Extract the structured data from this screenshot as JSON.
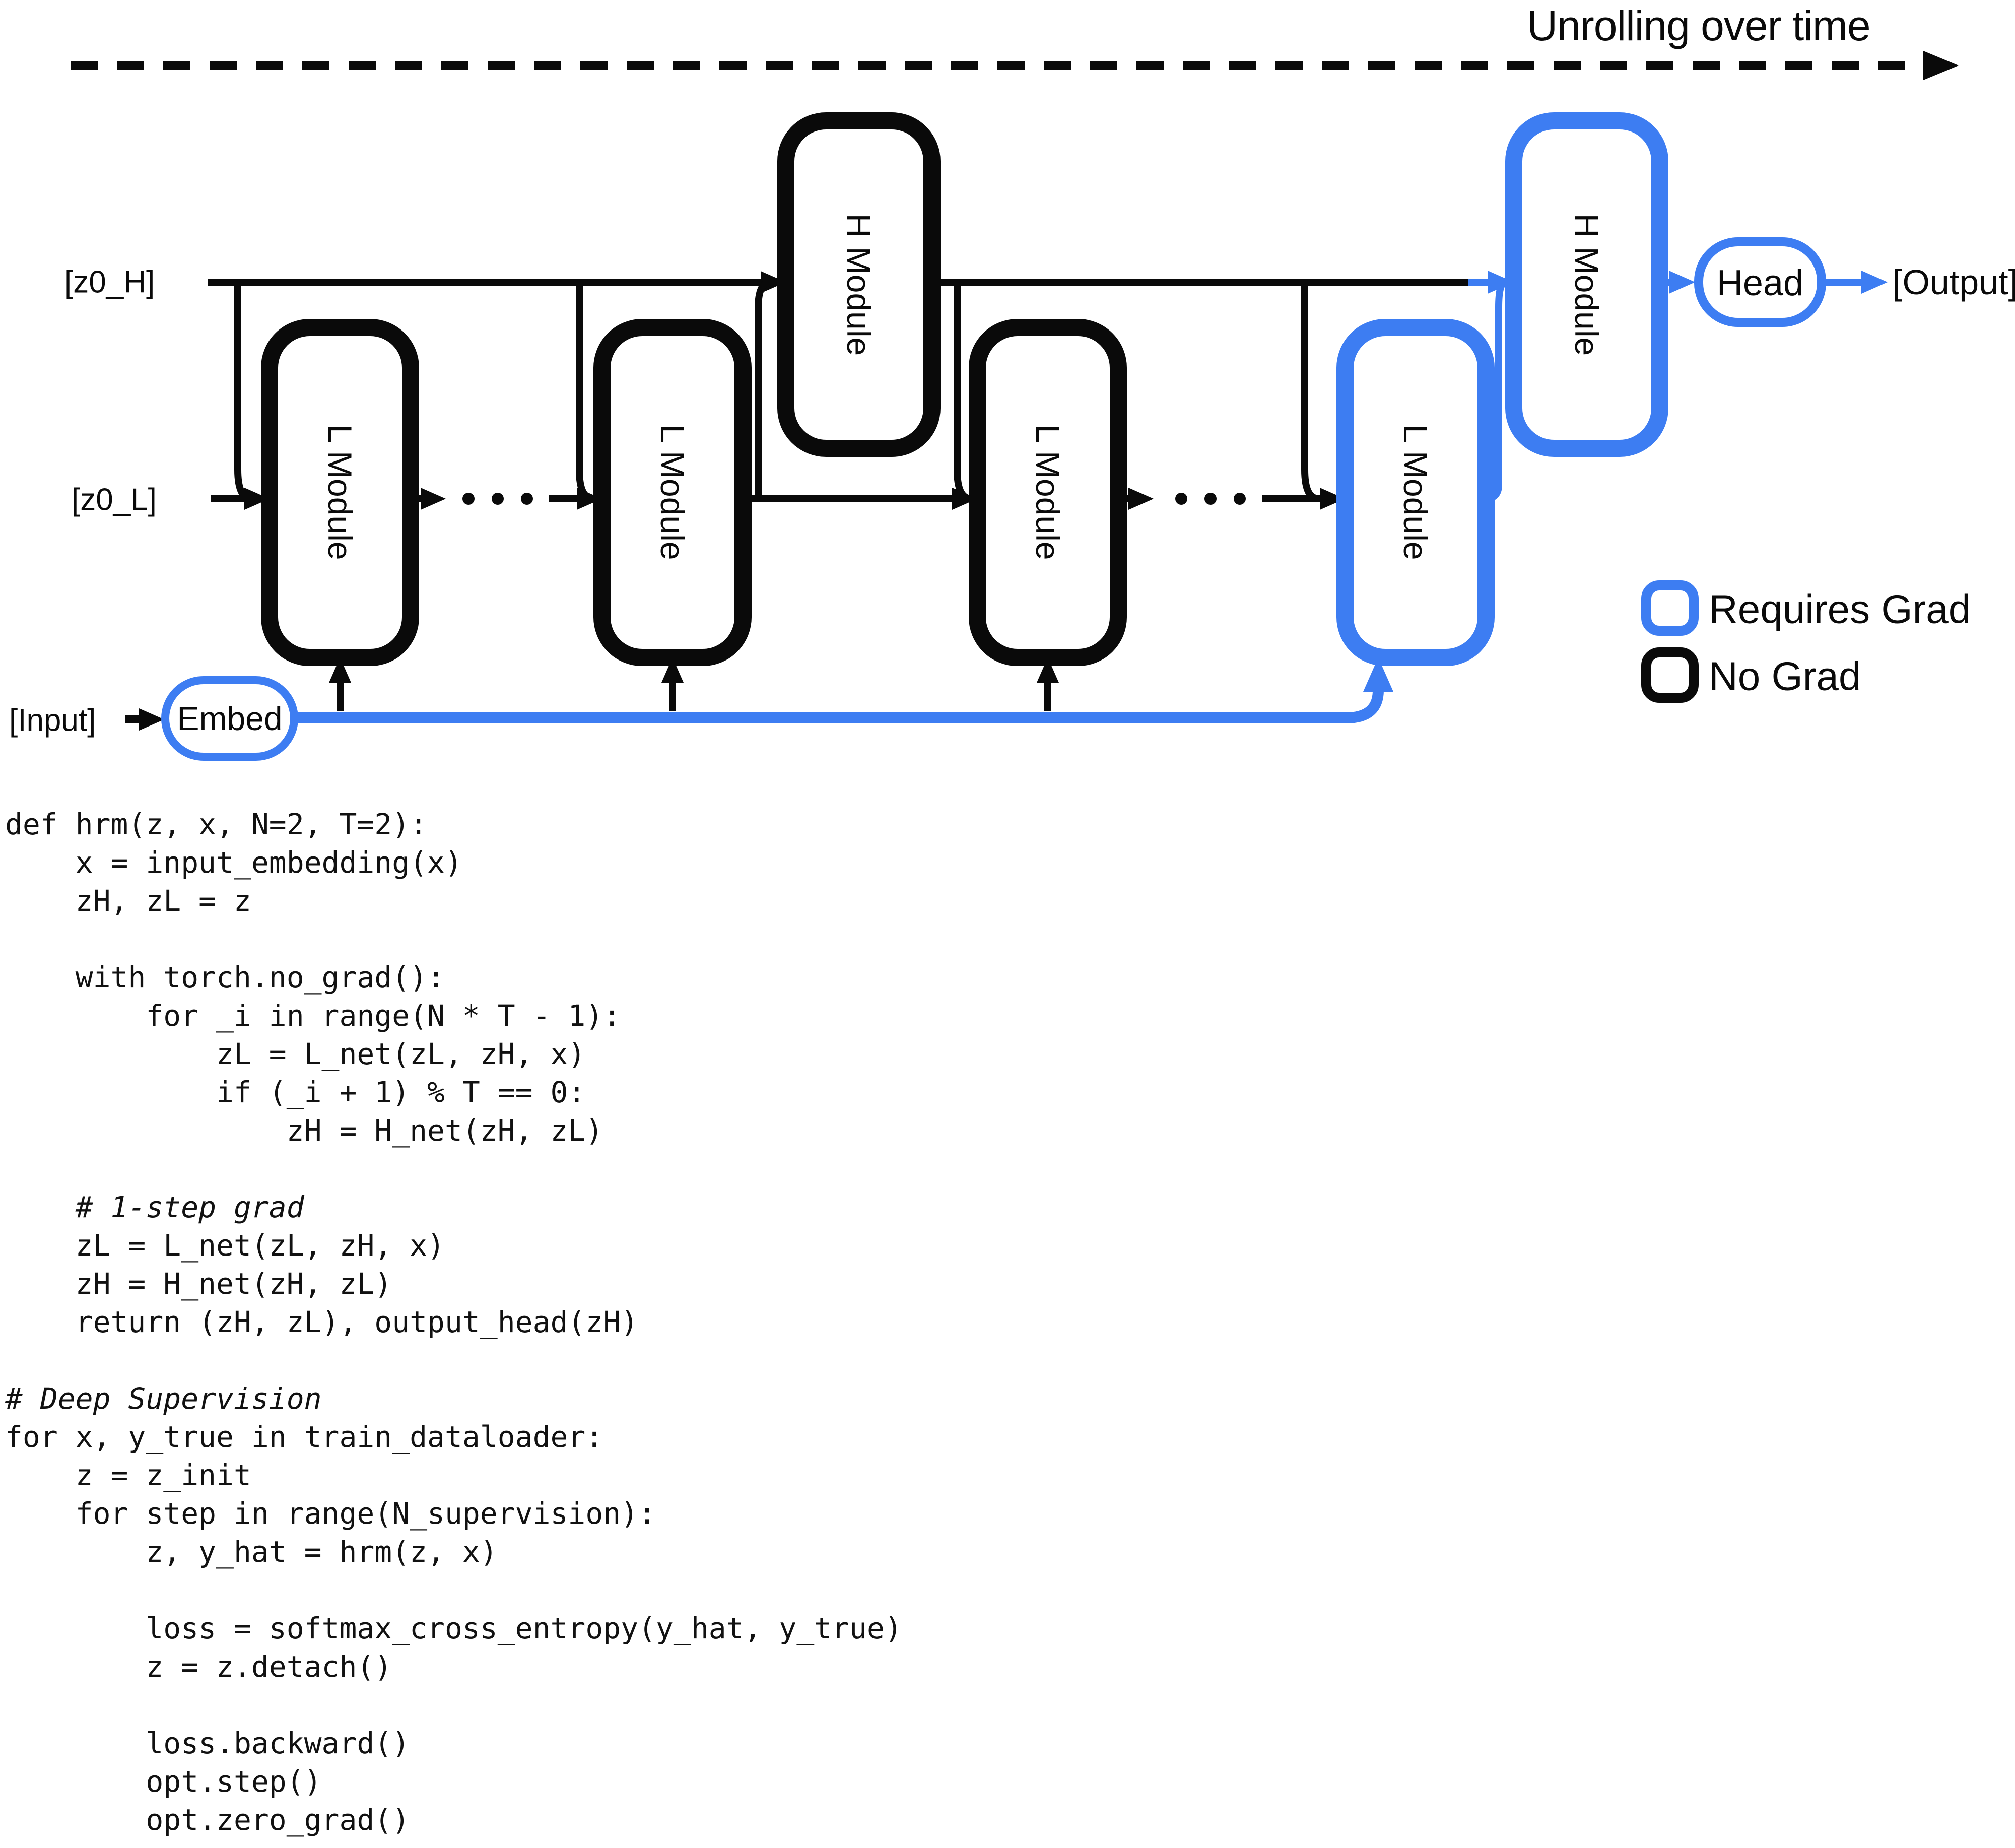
{
  "title": "Unrolling over time",
  "colors": {
    "accent_blue": "#3d7df2",
    "line_black": "#0a0a0a"
  },
  "diagram": {
    "labels": {
      "z0_h": "[z0_H]",
      "z0_l": "[z0_L]",
      "input": "[Input]",
      "output": "[Output]"
    },
    "nodes": {
      "l_modules": [
        {
          "label": "L Module",
          "grad": false
        },
        {
          "label": "L Module",
          "grad": false
        },
        {
          "label": "L Module",
          "grad": false
        },
        {
          "label": "L Module",
          "grad": true
        }
      ],
      "h_modules": [
        {
          "label": "H Module",
          "grad": false
        },
        {
          "label": "H Module",
          "grad": true
        }
      ],
      "embed": {
        "label": "Embed"
      },
      "head": {
        "label": "Head"
      }
    },
    "legend": [
      {
        "label": "Requires Grad",
        "color": "blue"
      },
      {
        "label": "No Grad",
        "color": "black"
      }
    ]
  },
  "code": {
    "lines": [
      "def hrm(z, x, N=2, T=2):",
      "    x = input_embedding(x)",
      "    zH, zL = z",
      "",
      "    with torch.no_grad():",
      "        for _i in range(N * T - 1):",
      "            zL = L_net(zL, zH, x)",
      "            if (_i + 1) % T == 0:",
      "                zH = H_net(zH, zL)",
      "",
      "    # 1-step grad",
      "    zL = L_net(zL, zH, x)",
      "    zH = H_net(zH, zL)",
      "    return (zH, zL), output_head(zH)",
      "",
      "# Deep Supervision",
      "for x, y_true in train_dataloader:",
      "    z = z_init",
      "    for step in range(N_supervision):",
      "        z, y_hat = hrm(z, x)",
      "",
      "        loss = softmax_cross_entropy(y_hat, y_true)",
      "        z = z.detach()",
      "",
      "        loss.backward()",
      "        opt.step()",
      "        opt.zero_grad()"
    ]
  }
}
